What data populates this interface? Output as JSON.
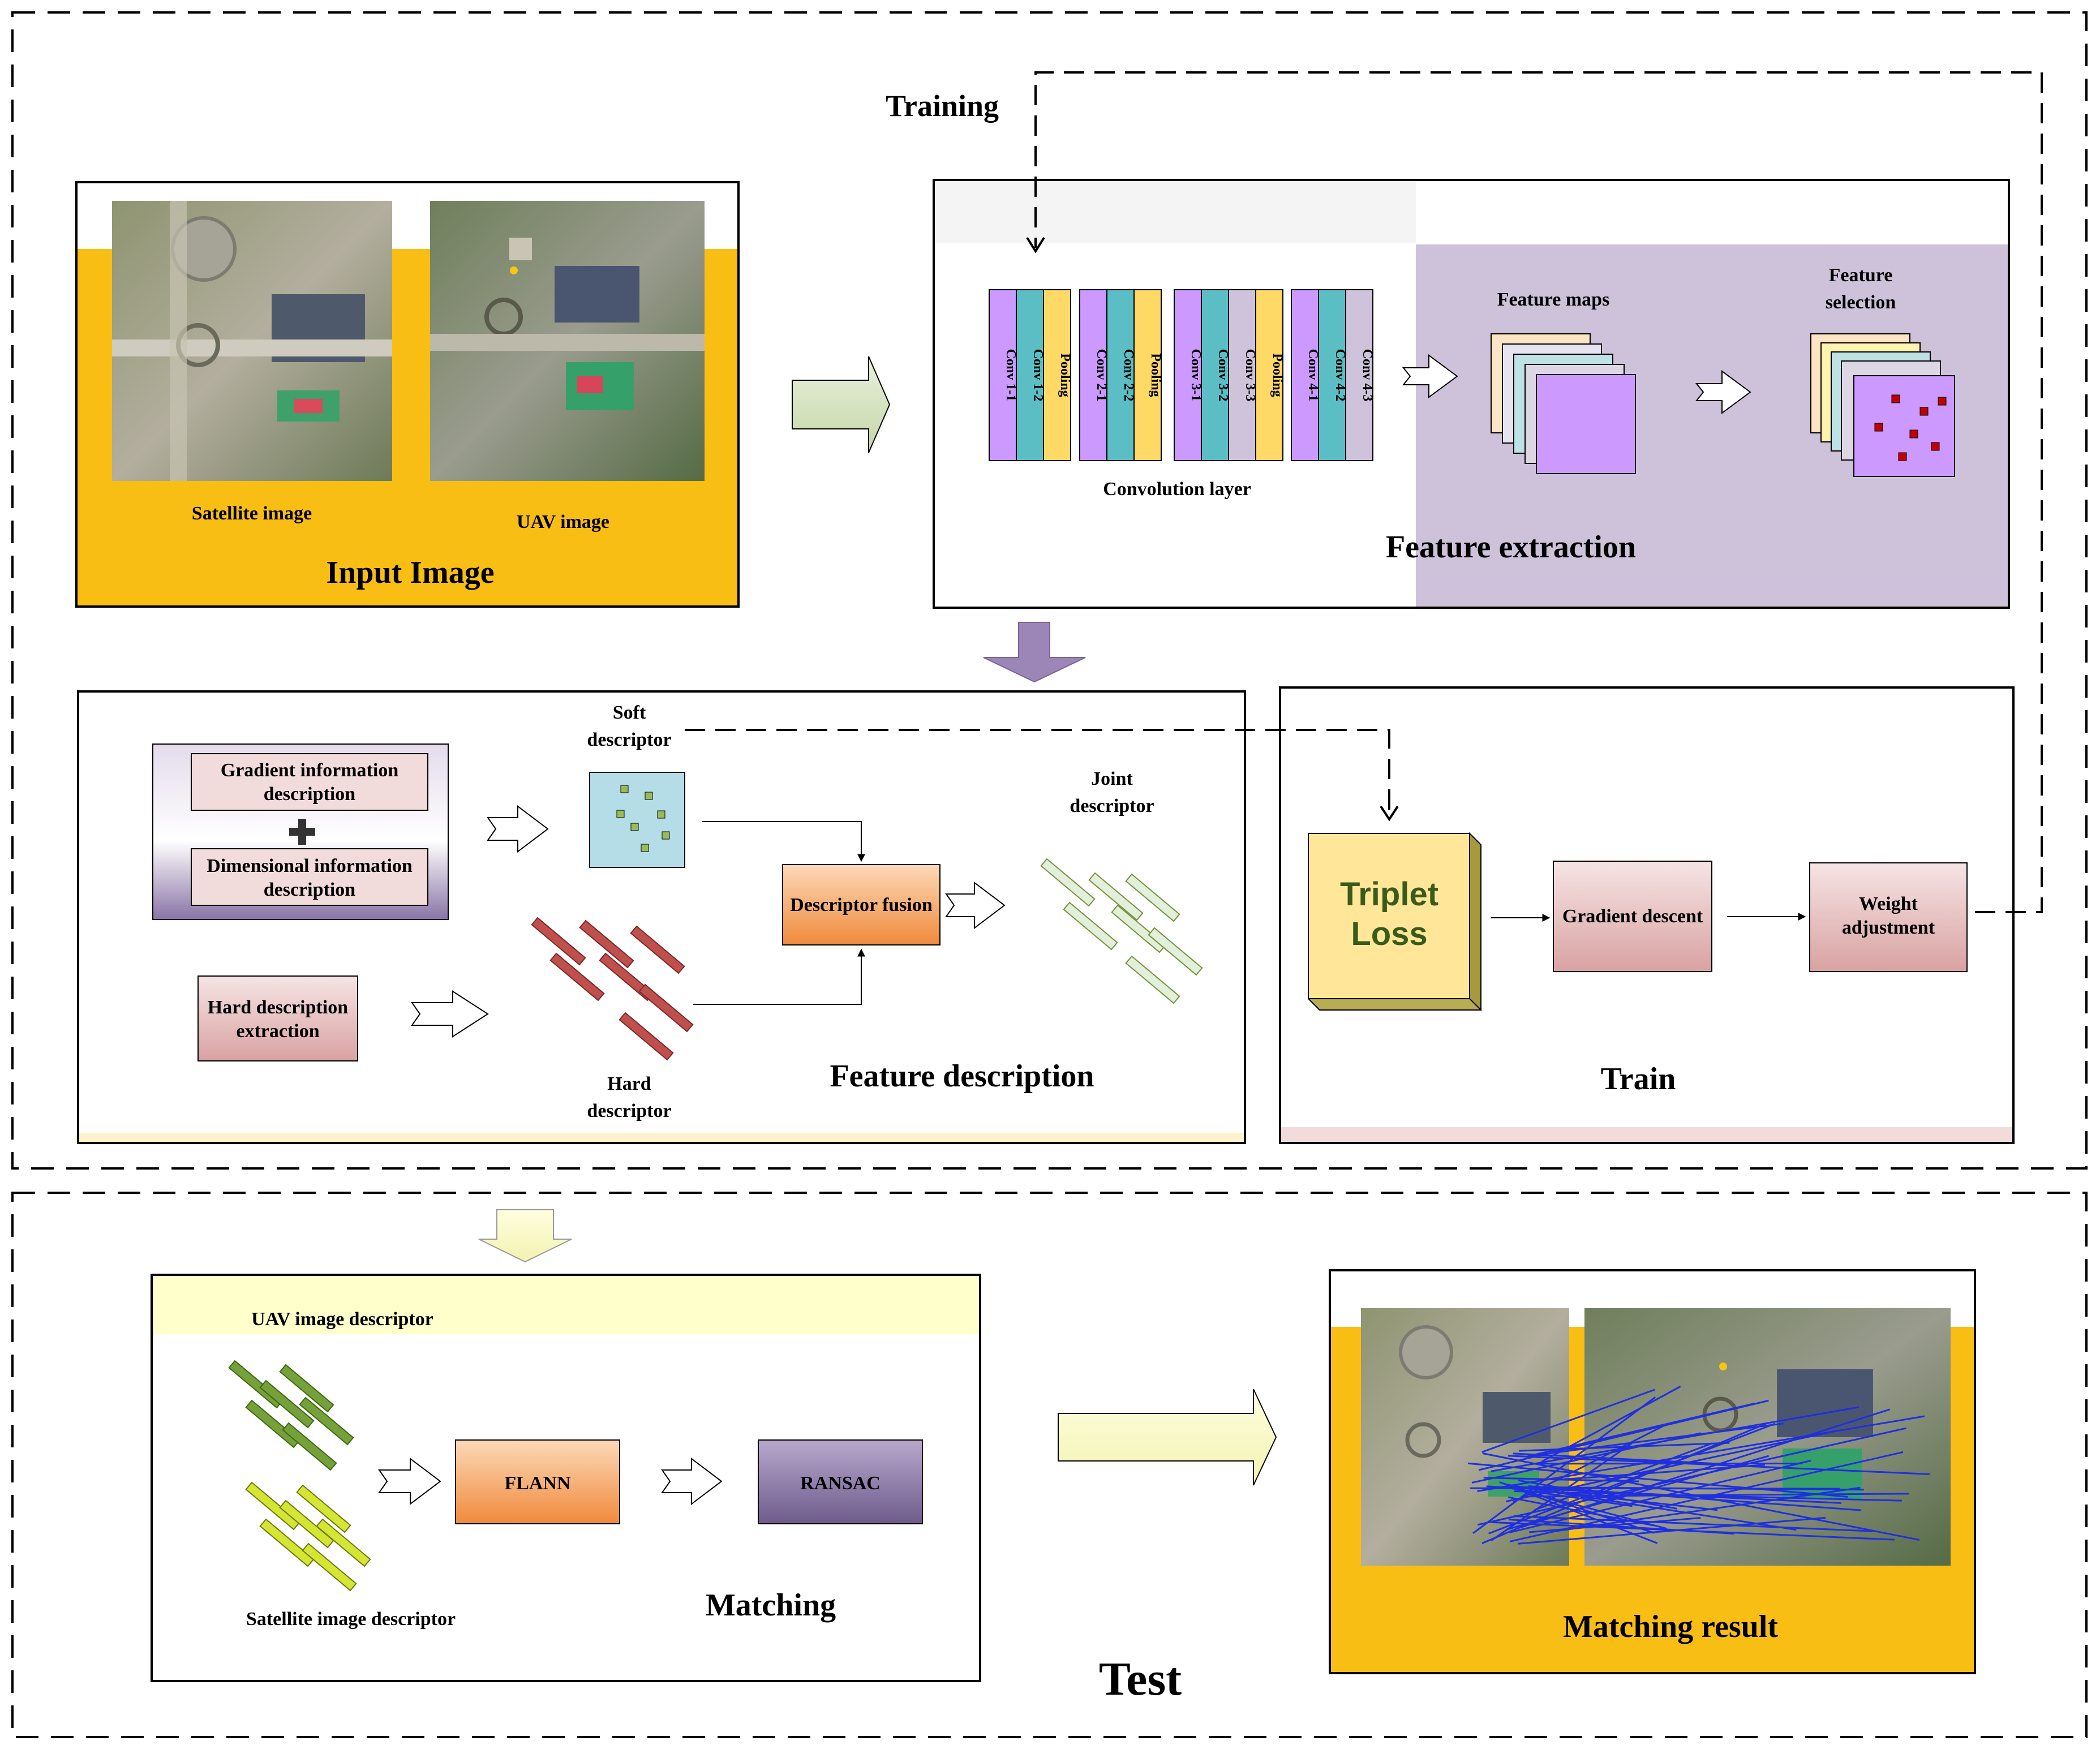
{
  "sections": {
    "training_label": "Training",
    "test_label": "Test",
    "input_image": "Input Image",
    "feature_extraction": "Feature extraction",
    "feature_description": "Feature description",
    "train": "Train",
    "matching": "Matching",
    "matching_result": "Matching result"
  },
  "input_images": {
    "satellite": "Satellite image",
    "uav": "UAV image"
  },
  "conv": {
    "layers": [
      "Conv 1-1",
      "Conv 1-2",
      "Pooling",
      "Conv 2-1",
      "Conv 2-2",
      "Pooling",
      "Conv 3-1",
      "Conv 3-2",
      "Conv 3-3",
      "Pooling",
      "Conv 4-1",
      "Conv 4-2",
      "Conv 4-3"
    ],
    "caption": "Convolution layer",
    "feature_maps": "Feature maps",
    "feature_selection_1": "Feature",
    "feature_selection_2": "selection"
  },
  "description": {
    "gradient_1": "Gradient information",
    "gradient_2": "description",
    "dimensional_1": "Dimensional information",
    "dimensional_2": "description",
    "hard_extraction_1": "Hard description",
    "hard_extraction_2": "extraction",
    "soft_1": "Soft",
    "soft_2": "descriptor",
    "hard_1": "Hard",
    "hard_2": "descriptor",
    "joint_1": "Joint",
    "joint_2": "descriptor",
    "fusion": "Descriptor fusion"
  },
  "train": {
    "triplet_1": "Triplet",
    "triplet_2": "Loss",
    "gradient_descent": "Gradient descent",
    "weight_1": "Weight",
    "weight_2": "adjustment"
  },
  "matching": {
    "uav_descriptor": "UAV image descriptor",
    "satellite_descriptor": "Satellite image descriptor",
    "flann": "FLANN",
    "ransac": "RANSAC"
  },
  "colors": {
    "orange": "#F9BE14",
    "purple_panel": "#CEC2DA",
    "conv_purple": "#CC99FF",
    "conv_teal": "#5BBEC4",
    "conv_yellow": "#FFD966",
    "conv_lavender": "#CFC3DB",
    "match_line": "#1F2FE0"
  }
}
